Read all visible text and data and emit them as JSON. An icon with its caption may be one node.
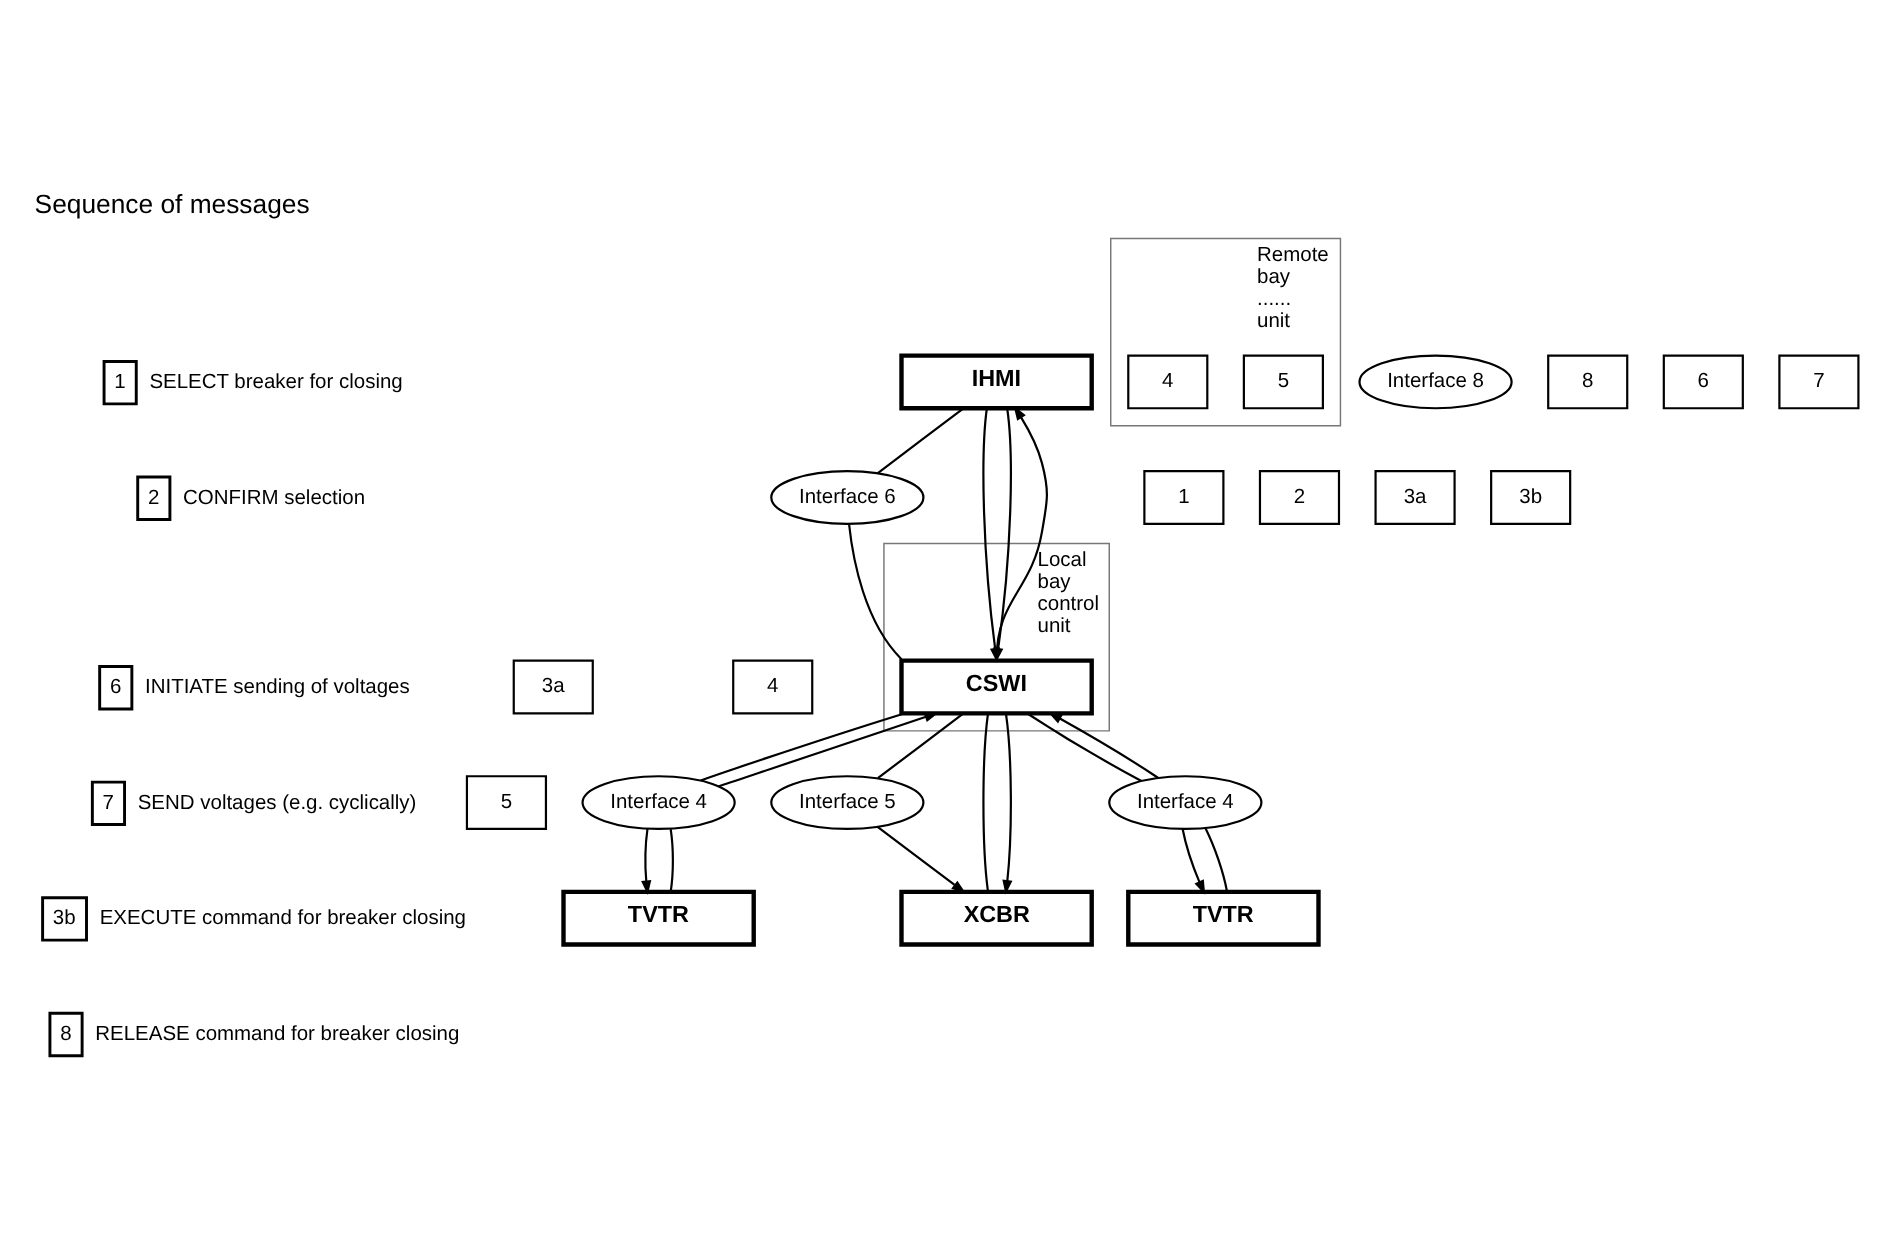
{
  "diagram": {
    "title": "Sequence of messages",
    "nodes": [
      {
        "text": [
          "1"
        ],
        "beside": [
          "SELECT breaker for closing"
        ]
      },
      {
        "text": [
          "2"
        ],
        "beside": [
          "CONFIRM selection"
        ]
      },
      {
        "text": [
          "3a"
        ]
      },
      {
        "text": [
          "4"
        ]
      },
      {
        "text": [
          "6"
        ],
        "beside": [
          "INITIATE sending of voltages"
        ]
      },
      {
        "text": [
          "5"
        ]
      },
      {
        "text": [
          "7"
        ],
        "beside": [
          "SEND voltages (e.g. cyclically)"
        ]
      },
      {
        "text": [
          "3b"
        ],
        "beside": [
          "EXECUTE command for breaker closing"
        ]
      },
      {
        "text": [
          "8"
        ],
        "beside": [
          "RELEASE command for breaker closing"
        ]
      },
      {
        "text": [
          "IHMI"
        ]
      },
      {
        "text": [
          "Interface 6"
        ]
      },
      {
        "text": [
          "Local bay control unit"
        ]
      },
      {
        "text": [
          "1"
        ]
      },
      {
        "text": [
          "2"
        ]
      },
      {
        "text": [
          "3a"
        ]
      },
      {
        "text": [
          "3b"
        ]
      },
      {
        "text": [
          "Remote bay ...... unit"
        ]
      },
      {
        "text": [
          "5"
        ],
        "in": 16
      },
      {
        "text": [
          "CSWI"
        ],
        "in": 11
      },
      {
        "text": [
          "Interface 8"
        ]
      },
      {
        "text": [
          "4"
        ],
        "in": 16
      },
      {
        "text": [
          "8"
        ]
      },
      {
        "text": [
          "6"
        ]
      },
      {
        "text": [
          "7"
        ]
      },
      {
        "text": [
          "Interface 5"
        ]
      },
      {
        "text": [
          "Interface 4"
        ]
      },
      {
        "text": [
          "Interface 4"
        ]
      },
      {
        "text": [
          "XCBR"
        ]
      },
      {
        "text": [
          "TVTR"
        ]
      },
      {
        "text": [
          "TVTR"
        ]
      }
    ],
    "edges": [
      {
        "from": 9,
        "to": 10,
        "arrow": "none"
      },
      {
        "from": 10,
        "to": 18,
        "arrow": "none"
      },
      {
        "from": 18,
        "to": 9,
        "arrow": "to"
      },
      {
        "from": 9,
        "to": 18,
        "arrow": "to"
      },
      {
        "from": 9,
        "to": 18,
        "arrow": "to"
      },
      {
        "from": 26,
        "to": 18,
        "arrow": "to"
      },
      {
        "from": 18,
        "to": 26,
        "arrow": "none"
      },
      {
        "from": 18,
        "to": 24,
        "arrow": "none"
      },
      {
        "from": 18,
        "to": 27,
        "arrow": "none"
      },
      {
        "from": 18,
        "to": 27,
        "arrow": "to"
      },
      {
        "from": 18,
        "to": 25,
        "arrow": "none"
      },
      {
        "from": 25,
        "to": 18,
        "arrow": "to"
      },
      {
        "from": 24,
        "to": 27,
        "arrow": "to"
      },
      {
        "from": 25,
        "to": 28,
        "arrow": "to"
      },
      {
        "from": 28,
        "to": 25,
        "arrow": "none"
      },
      {
        "from": 26,
        "to": 29,
        "arrow": "to"
      },
      {
        "from": 29,
        "to": 26,
        "arrow": "none"
      }
    ]
  }
}
